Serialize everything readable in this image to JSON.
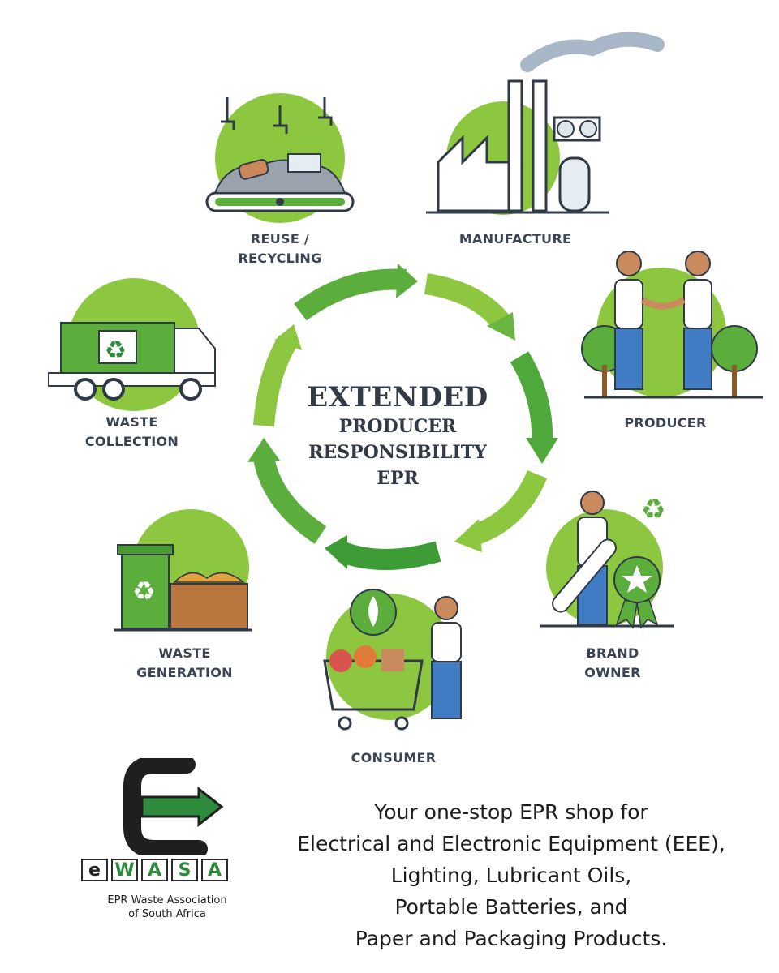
{
  "diagram": {
    "center": {
      "line1": "EXTENDED",
      "line2": "PRODUCER",
      "line3": "RESPONSIBILITY",
      "line4": "EPR"
    },
    "stages": [
      {
        "id": "reuse",
        "line1": "REUSE /",
        "line2": "RECYCLING"
      },
      {
        "id": "manufacture",
        "line1": "MANUFACTURE"
      },
      {
        "id": "producer",
        "line1": "PRODUCER"
      },
      {
        "id": "brand",
        "line1": "BRAND",
        "line2": "OWNER"
      },
      {
        "id": "consumer",
        "line1": "CONSUMER"
      },
      {
        "id": "generation",
        "line1": "WASTE",
        "line2": "GENERATION"
      },
      {
        "id": "collection",
        "line1": "WASTE",
        "line2": "COLLECTION"
      }
    ],
    "colors": {
      "green_light": "#8dc63f",
      "green_mid": "#5cae3c",
      "green_dark": "#2e8b3b",
      "text": "#3a4452"
    }
  },
  "logo": {
    "letters": [
      "e",
      "W",
      "A",
      "S",
      "A"
    ],
    "line1": "EPR Waste Association",
    "line2": "of South Africa"
  },
  "tagline": {
    "line1": "Your one-stop EPR shop for",
    "line2": "Electrical and Electronic Equipment (EEE),",
    "line3": "Lighting, Lubricant Oils,",
    "line4": "Portable Batteries, and",
    "line5": "Paper and Packaging Products."
  }
}
